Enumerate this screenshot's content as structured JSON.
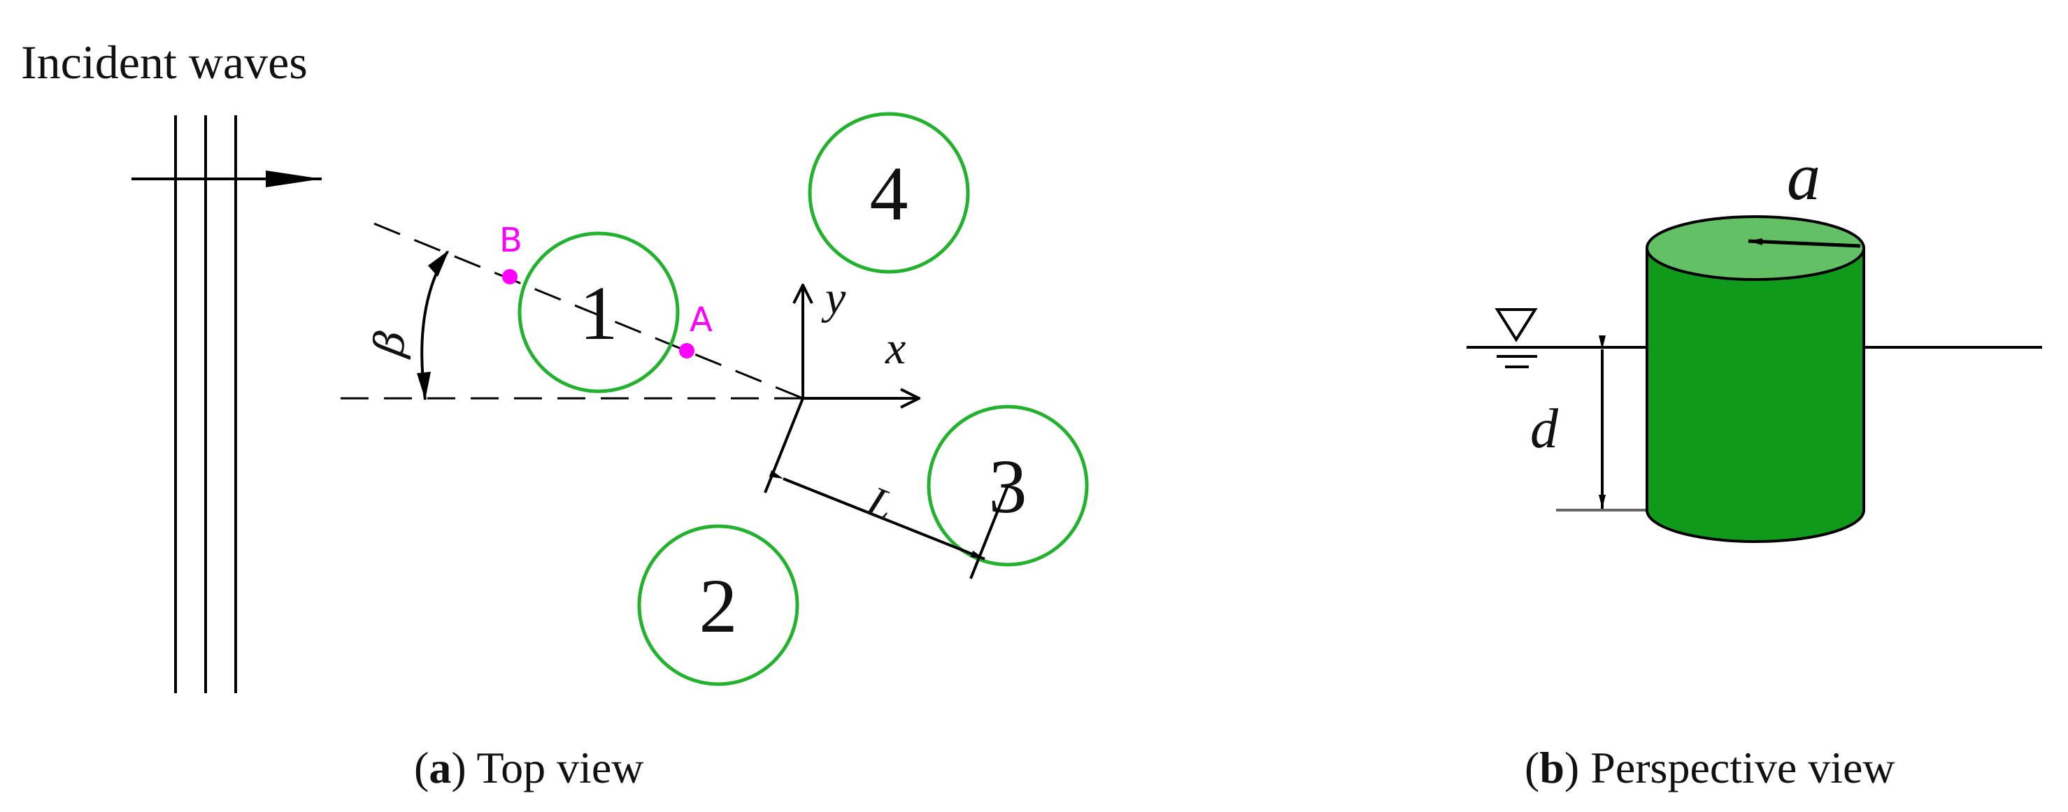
{
  "panel_a": {
    "heading": "Incident waves",
    "cylinder_labels": [
      "1",
      "2",
      "3",
      "4"
    ],
    "point_a": "A",
    "point_b": "B",
    "angle_label": "β",
    "axis_x": "x",
    "axis_y": "y",
    "spacing_label": "L",
    "caption_tag": "a",
    "caption_text": " Top view"
  },
  "panel_b": {
    "radius_label": "a",
    "depth_label": "d",
    "caption_tag": "b",
    "caption_text": " Perspective view"
  },
  "colors": {
    "cylinder_outline": "#22b22e",
    "cylinder_body": "#0f9a1c",
    "cylinder_top": "#64c064",
    "points": "#ff00ff",
    "lines": "#000000"
  }
}
